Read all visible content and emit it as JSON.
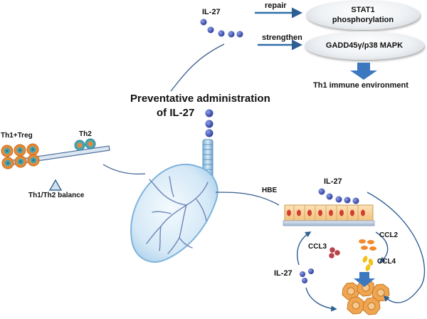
{
  "labels": {
    "il27_top": "IL-27",
    "repair": "repair",
    "strengthen": "strengthen",
    "stat1": "STAT1 phosphorylation",
    "gadd": "GADD45γ/p38 MAPK",
    "th1_env": "Th1 immune environment",
    "admin_line1": "Preventative administration",
    "admin_line2": "of IL-27",
    "th1_treg": "Th1+Treg",
    "th2": "Th2",
    "balance": "Th1/Th2 balance",
    "hbe": "HBE",
    "il27_hbe": "IL-27",
    "ccl2": "CCL2",
    "ccl3": "CCL3",
    "ccl4": "CCL4",
    "il27_bottom": "IL-27"
  },
  "colors": {
    "dot": "#3a4fb2",
    "arrow": "#2e6fa8",
    "curve": "#3a5f8c",
    "lung": "#c2def3",
    "cell_orange": "#e98a33",
    "cell_teal": "#4aa6b5",
    "ccl2": "#f08a2e",
    "ccl3": "#b8434a",
    "ccl4": "#f2c21b"
  }
}
